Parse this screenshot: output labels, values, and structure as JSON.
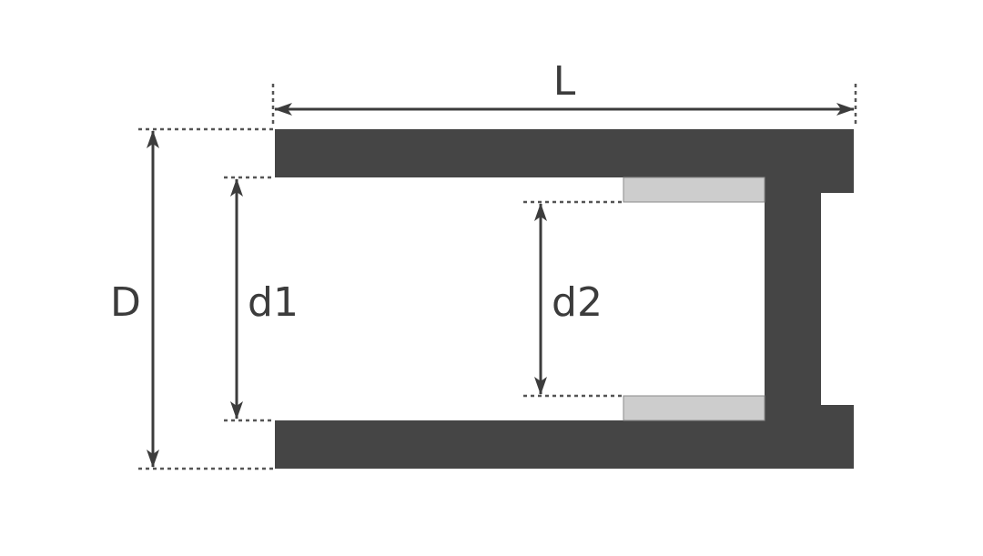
{
  "labels": {
    "length": "L",
    "outer_diameter": "D",
    "inner_diameter_1": "d1",
    "inner_diameter_2": "d2"
  },
  "colors": {
    "body": "#454545",
    "insert": "#cdcdcd",
    "line": "#3c3c3c",
    "background": "#ffffff"
  }
}
